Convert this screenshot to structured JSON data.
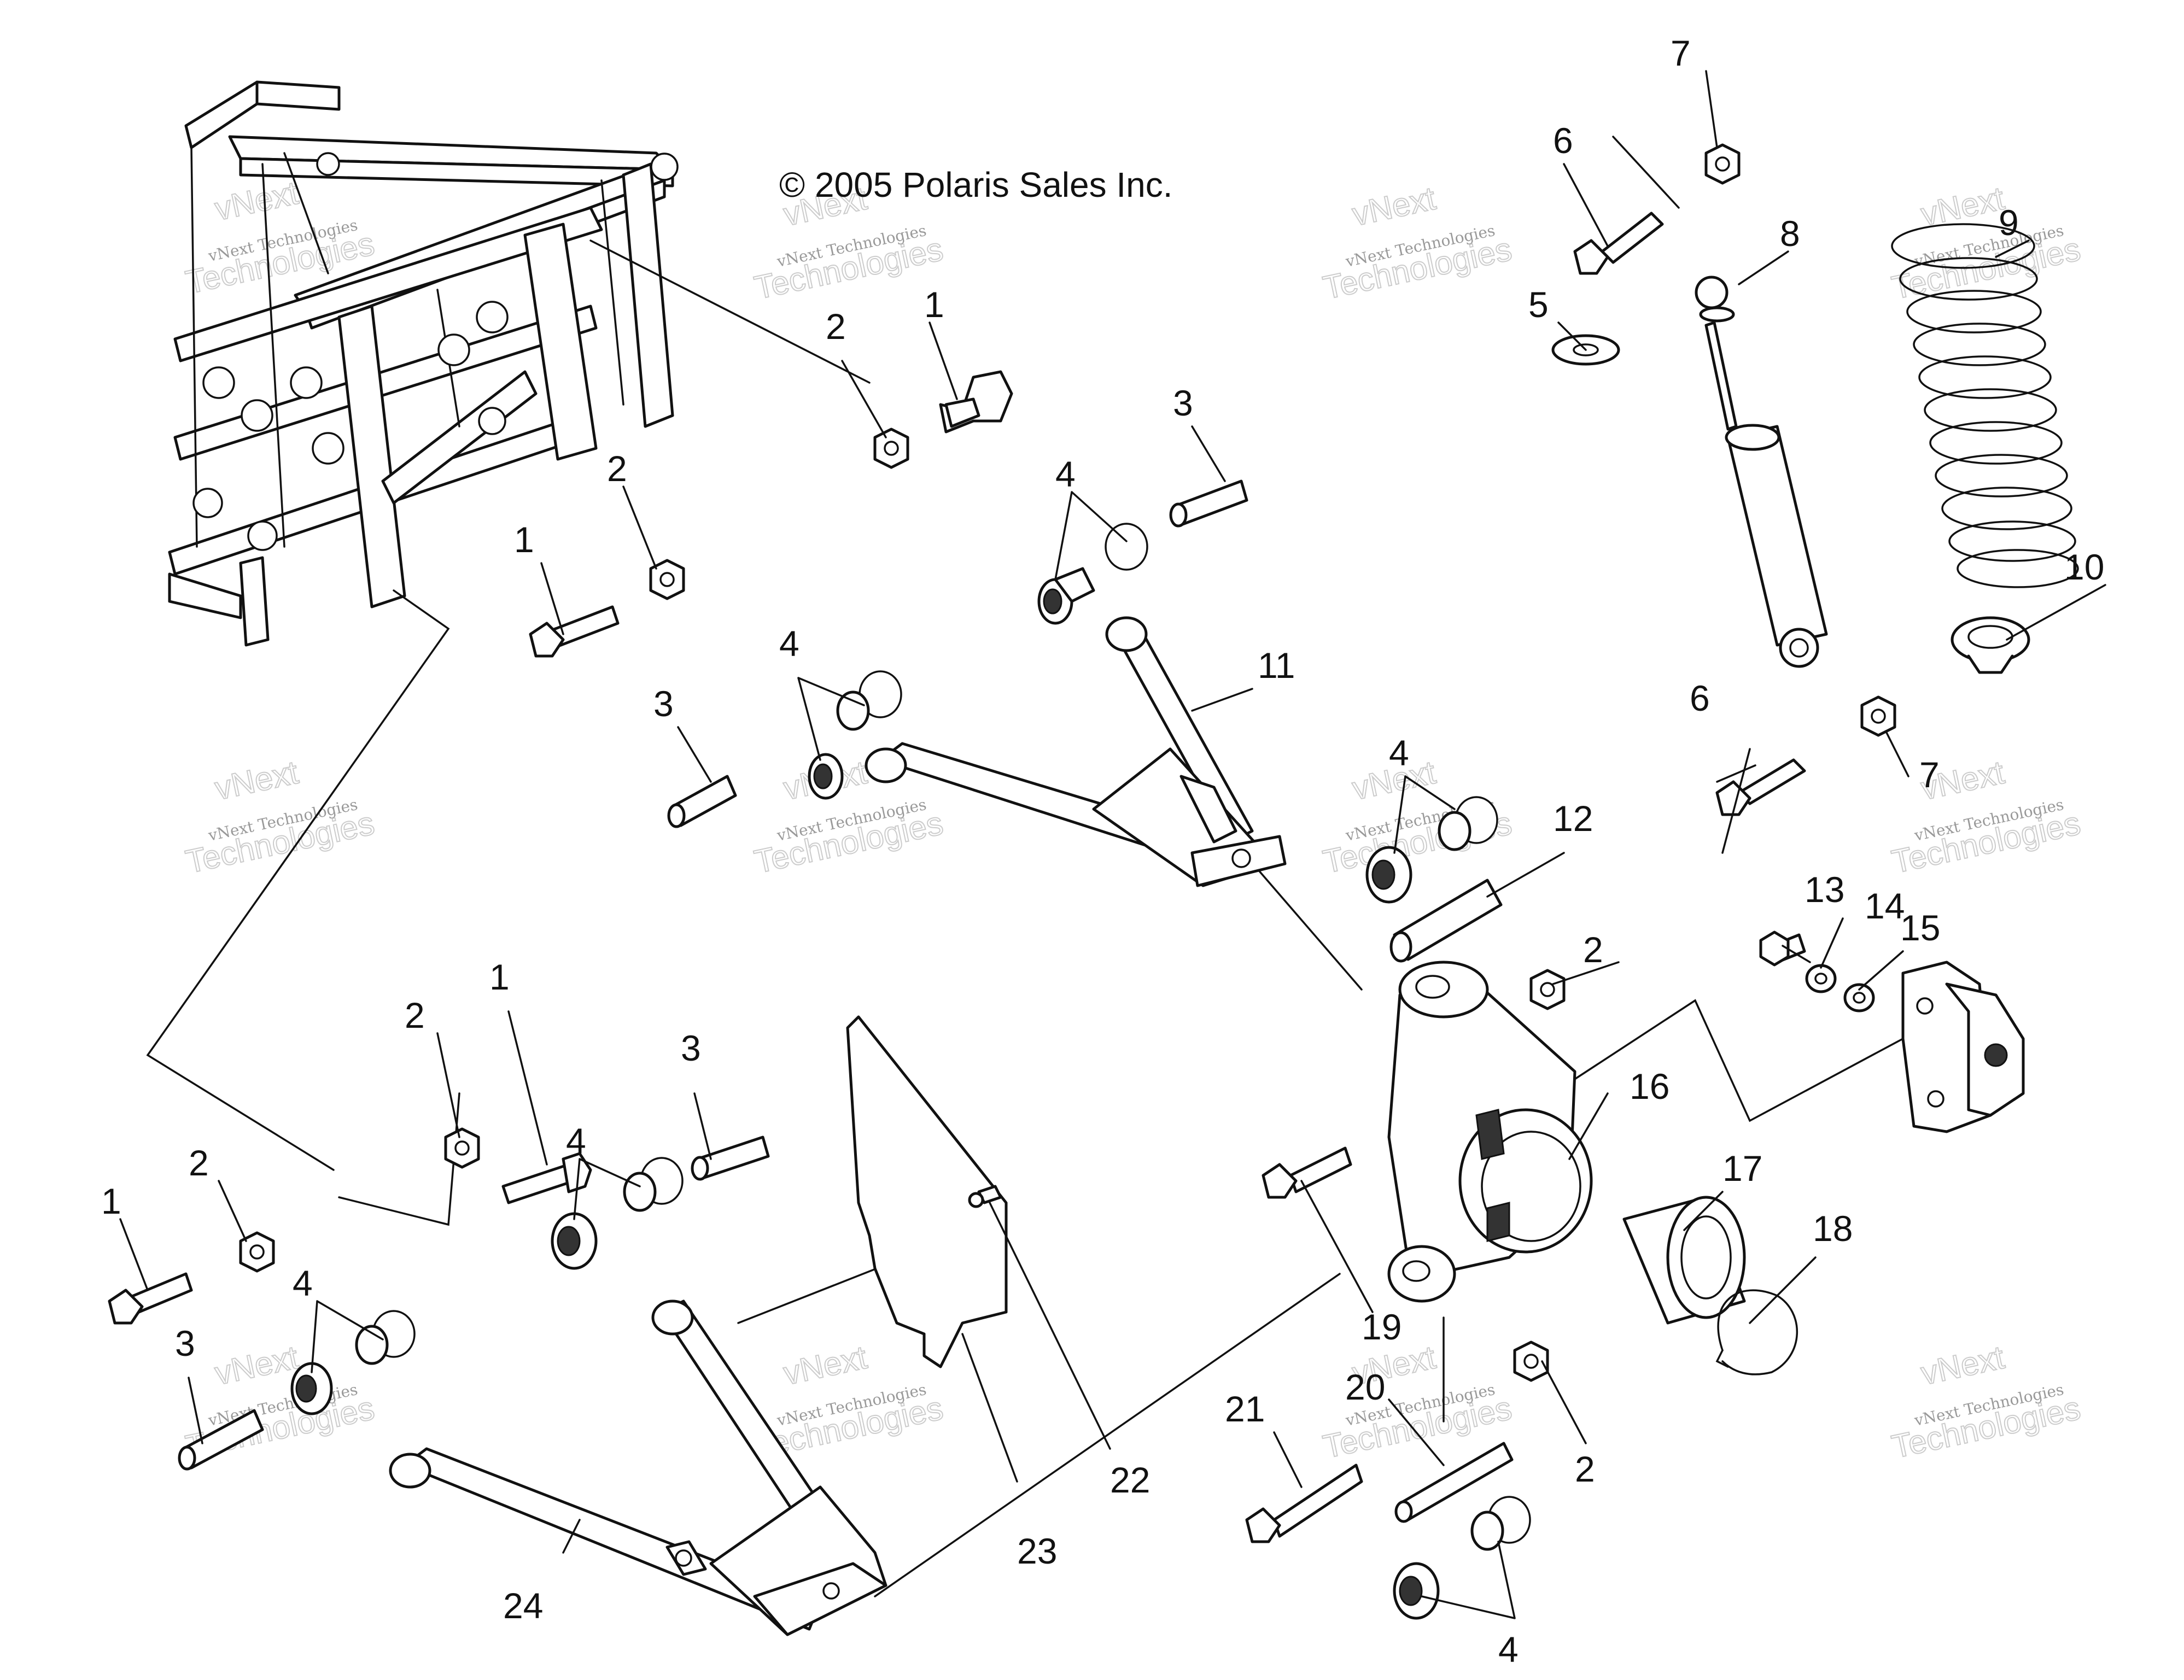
{
  "copyright": "© 2005 Polaris Sales Inc.",
  "watermark": {
    "brand": "vNext",
    "company": "vNext Technologies",
    "word": "Technologies"
  },
  "callouts": [
    "1",
    "2",
    "3",
    "4",
    "5",
    "6",
    "7",
    "8",
    "9",
    "10",
    "11",
    "12",
    "13",
    "14",
    "15",
    "16",
    "17",
    "18",
    "19",
    "20",
    "21",
    "22",
    "23",
    "24"
  ]
}
